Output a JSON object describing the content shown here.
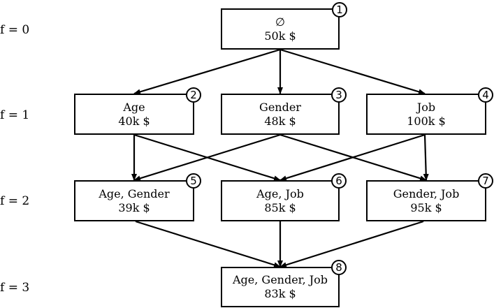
{
  "levels": [
    {
      "label": "f = 0"
    },
    {
      "label": "f = 1"
    },
    {
      "label": "f = 2"
    },
    {
      "label": "f = 3"
    }
  ],
  "nodes": [
    {
      "id": 1,
      "badge": "1",
      "line1": "∅",
      "line2": "50k $"
    },
    {
      "id": 2,
      "badge": "2",
      "line1": "Age",
      "line2": "40k $"
    },
    {
      "id": 3,
      "badge": "3",
      "line1": "Gender",
      "line2": "48k $"
    },
    {
      "id": 4,
      "badge": "4",
      "line1": "Job",
      "line2": "100k $"
    },
    {
      "id": 5,
      "badge": "5",
      "line1": "Age, Gender",
      "line2": "39k $"
    },
    {
      "id": 6,
      "badge": "6",
      "line1": "Age, Job",
      "line2": "85k $"
    },
    {
      "id": 7,
      "badge": "7",
      "line1": "Gender, Job",
      "line2": "95k $"
    },
    {
      "id": 8,
      "badge": "8",
      "line1": "Age, Gender, Job",
      "line2": "83k $"
    }
  ],
  "edges": [
    {
      "from": 1,
      "to": 2
    },
    {
      "from": 1,
      "to": 3
    },
    {
      "from": 1,
      "to": 4
    },
    {
      "from": 2,
      "to": 5
    },
    {
      "from": 2,
      "to": 6
    },
    {
      "from": 3,
      "to": 5
    },
    {
      "from": 3,
      "to": 7
    },
    {
      "from": 4,
      "to": 6
    },
    {
      "from": 4,
      "to": 7
    },
    {
      "from": 5,
      "to": 8
    },
    {
      "from": 6,
      "to": 8
    },
    {
      "from": 7,
      "to": 8
    }
  ]
}
